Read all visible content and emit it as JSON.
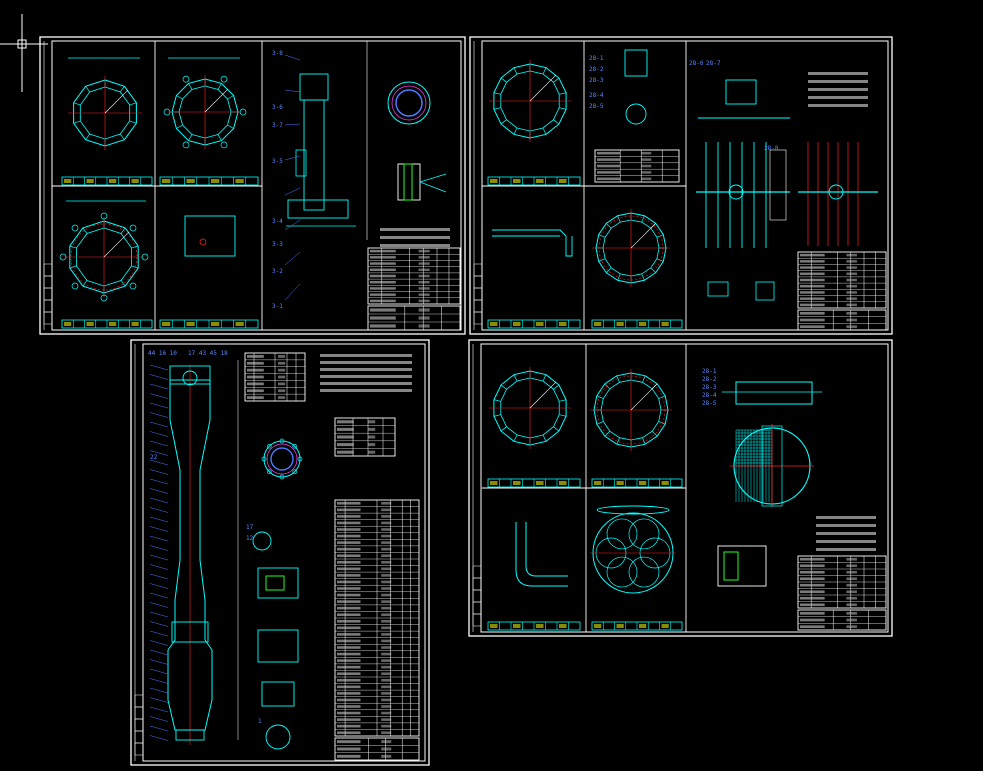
{
  "colors": {
    "background": "#000000",
    "frame": "#ffffff",
    "geometry": "#00ffff",
    "dimension": "#ff2020",
    "text": "#ffffff",
    "label": "#4a7bff",
    "accent": "#ffff00",
    "green": "#20ff20",
    "magenta": "#ff40ff"
  },
  "cursor": {
    "icon": "crosshair-icon"
  },
  "sheets": {
    "a": {
      "name": "sheet-top-left"
    },
    "b": {
      "name": "sheet-top-right"
    },
    "c": {
      "name": "sheet-bottom-left"
    },
    "d": {
      "name": "sheet-bottom-right"
    }
  },
  "labels": {
    "a_3_8": "3-8",
    "a_3_6": "3-6",
    "a_3_7": "3-7",
    "a_3_5": "3-5",
    "a_3_4": "3-4",
    "a_3_3": "3-3",
    "a_3_2": "3-2",
    "a_3_1": "3-1",
    "b_28_1": "28-1",
    "b_28_2": "28-2",
    "b_28_3": "28-3",
    "b_28_4": "28-4",
    "b_28_5": "28-5",
    "b_28_6": "28-6",
    "b_28_7": "28-7",
    "b_28_8": "28-8",
    "d_28_1": "28-1",
    "d_28_2": "28-2",
    "d_28_3": "28-3",
    "d_28_4": "28-4",
    "d_28_5": "28-5",
    "c_top_nums": "44 16 10",
    "c_top_nums2": "17 43 45 18",
    "c_22": "22",
    "c_17": "17",
    "c_12": "12",
    "c_1": "1"
  }
}
